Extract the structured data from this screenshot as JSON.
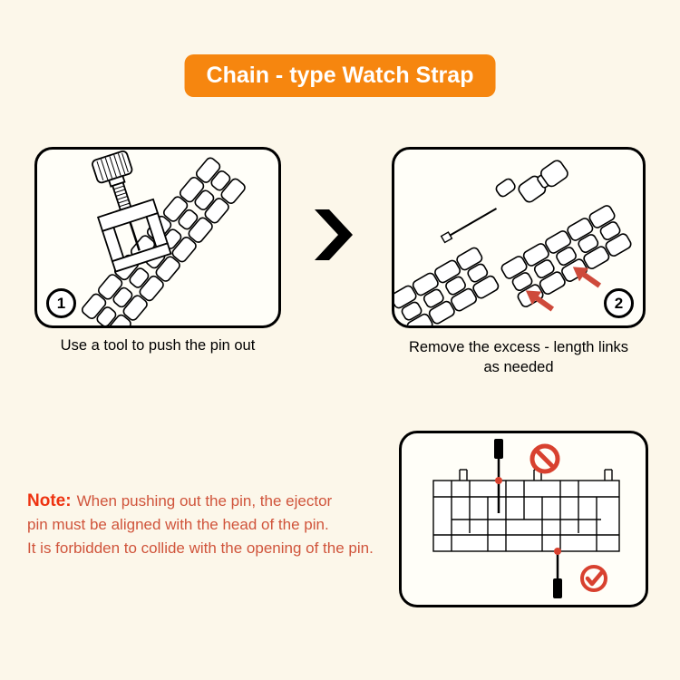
{
  "title": "Chain - type Watch Strap",
  "steps": [
    {
      "number": "1",
      "caption": "Use a tool to push the pin out"
    },
    {
      "number": "2",
      "caption_line1": "Remove the excess - length links",
      "caption_line2": "as needed"
    }
  ],
  "note": {
    "label": "Note:",
    "lines": [
      "When pushing out the pin, the ejector",
      "pin must be aligned with the head of the pin.",
      "It is forbidden to collide with the opening of the pin."
    ]
  },
  "icons": {
    "next_step": "right-chevron",
    "wrong": "prohibition-circle-slash",
    "correct": "check-circle",
    "direction": "red-arrow"
  },
  "colors": {
    "background": "#FCF7EA",
    "banner": "#F6860F",
    "banner_text": "#FFFFFF",
    "panel_border": "#000000",
    "note_label": "#EE3311",
    "note_text": "#D0543B",
    "accent_red": "#CE4A3B"
  }
}
